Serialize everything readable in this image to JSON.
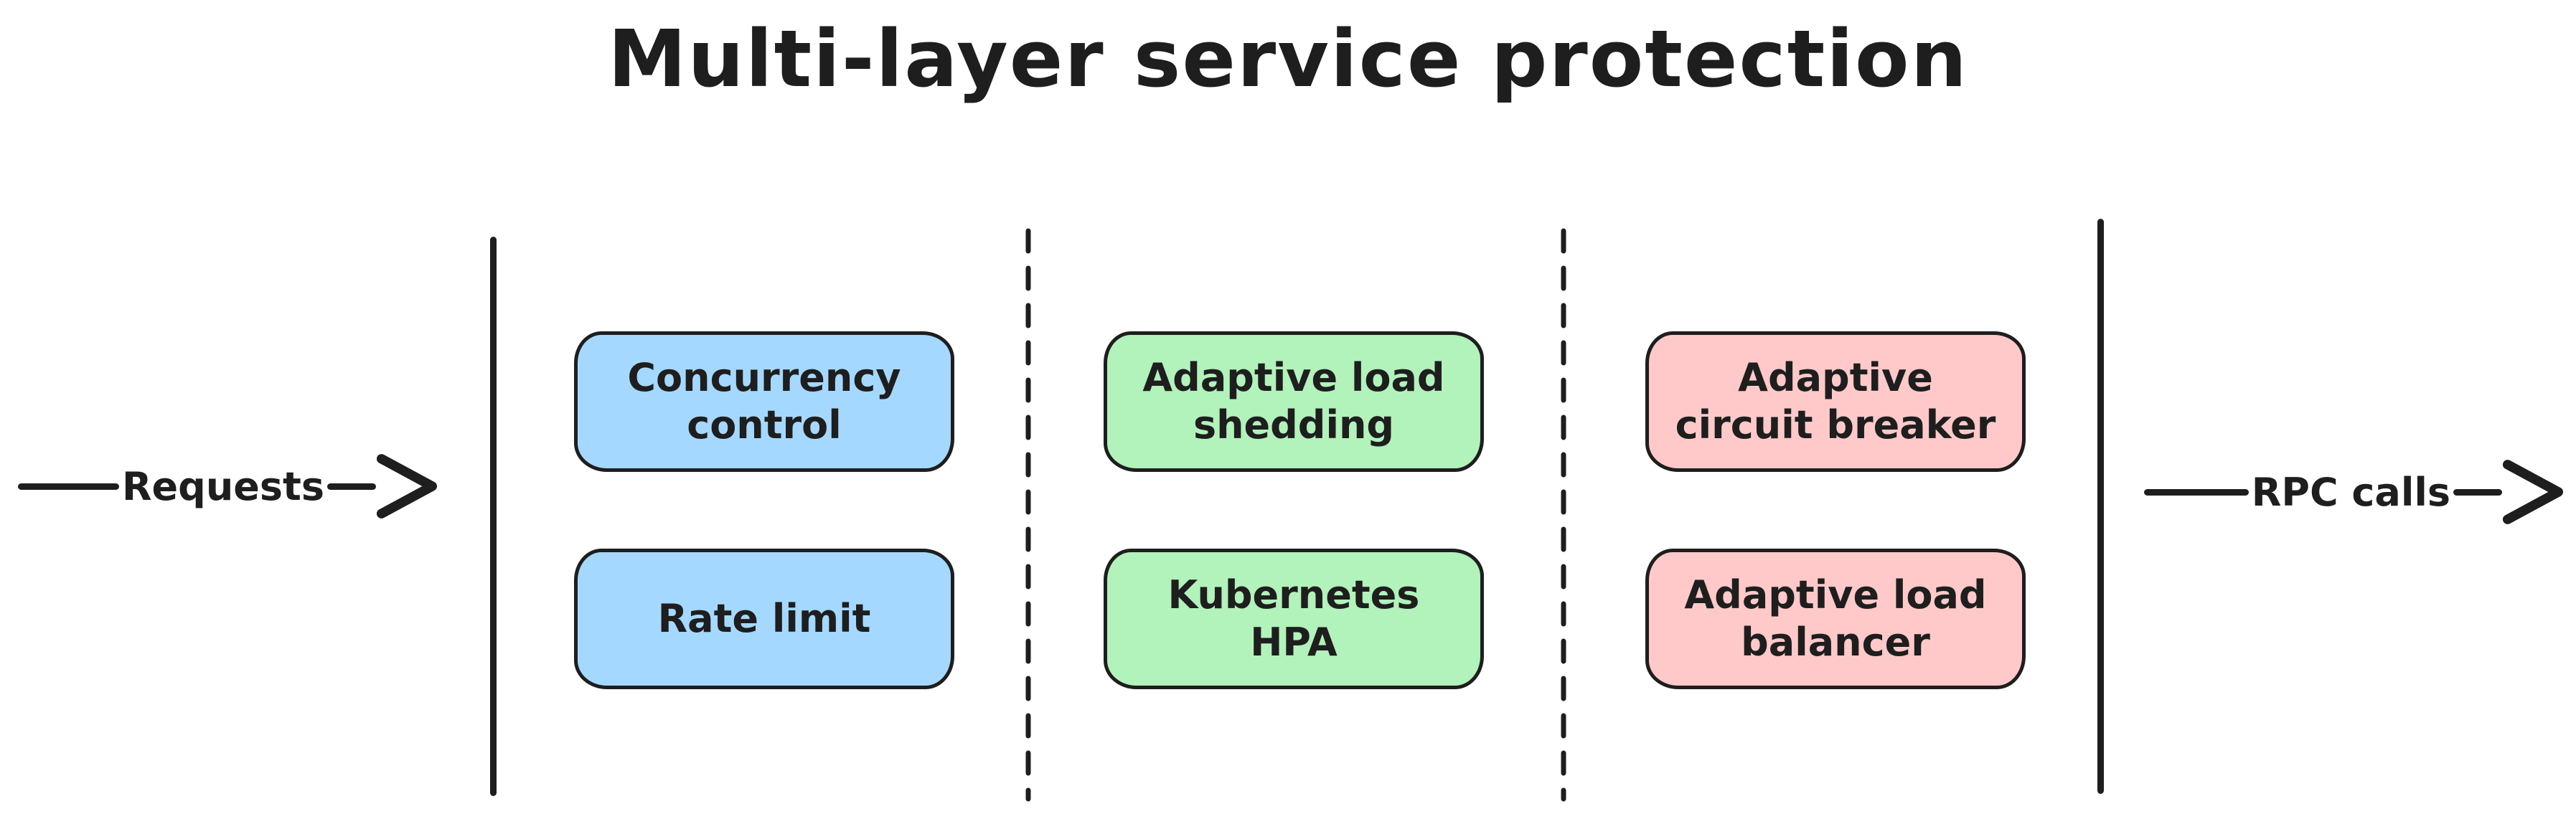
{
  "title": "Multi-layer service protection",
  "colors": {
    "background": "#ffffff",
    "stroke": "#1e1e1e",
    "blue_fill": "#a5d8ff",
    "green_fill": "#b2f2bb",
    "pink_fill": "#ffc9c9"
  },
  "arrows": {
    "input_label": "Requests",
    "output_label": "RPC calls"
  },
  "layers": [
    {
      "fill": "#a5d8ff",
      "boxes": [
        "Concurrency control",
        "Rate limit"
      ]
    },
    {
      "fill": "#b2f2bb",
      "boxes": [
        "Adaptive load shedding",
        "Kubernetes HPA"
      ]
    },
    {
      "fill": "#ffc9c9",
      "boxes": [
        "Adaptive circuit breaker",
        "Adaptive load balancer"
      ]
    }
  ]
}
